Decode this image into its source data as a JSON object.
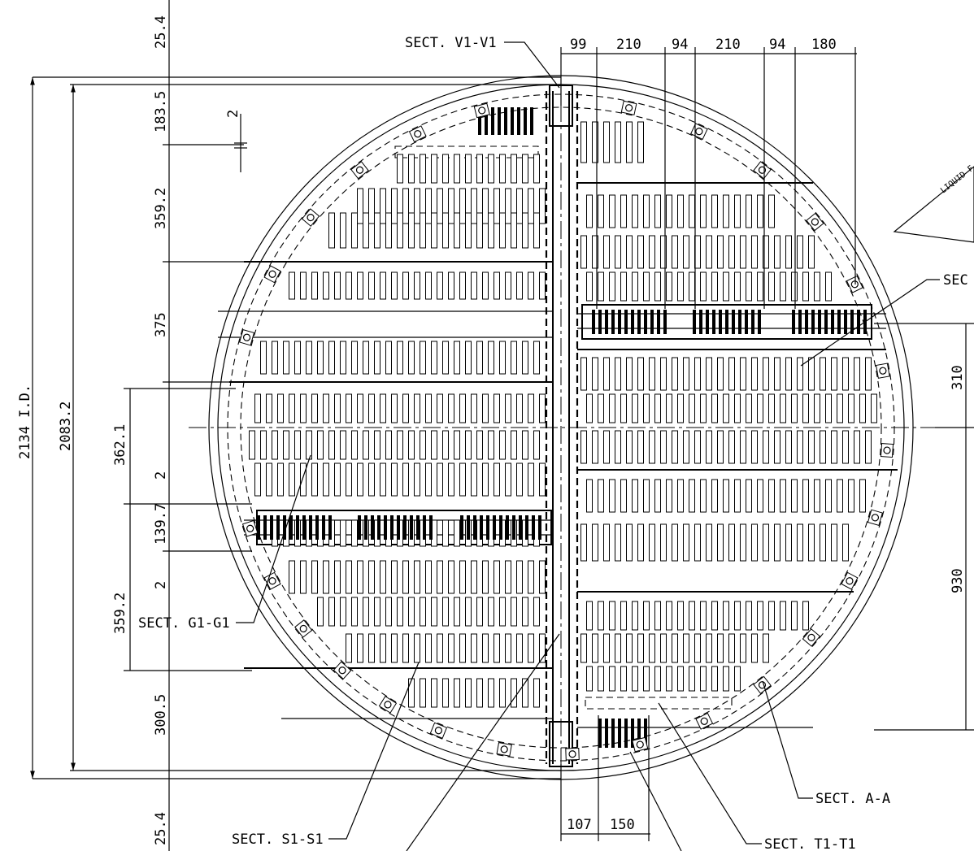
{
  "dimensions": {
    "top": [
      "99",
      "210",
      "94",
      "210",
      "94",
      "180"
    ],
    "bottom": [
      "107",
      "150"
    ],
    "left_stack": [
      "25.4",
      "183.5",
      "359.2",
      "375",
      "362.1",
      "139.7",
      "359.2",
      "300.5",
      "25.4"
    ],
    "left_small": [
      "2",
      "2",
      "2"
    ],
    "overall_id": "2134 I.D.",
    "overall_2": "2083.2",
    "right": [
      "310",
      "930"
    ]
  },
  "sections": {
    "v1": "SECT. V1-V1",
    "g1": "SECT. G1-G1",
    "s1": "SECT. S1-S1",
    "a": "SECT. A-A",
    "t1": "SECT. T1-T1",
    "right_cut": "SEC"
  },
  "flow_label": "LIQUID F"
}
